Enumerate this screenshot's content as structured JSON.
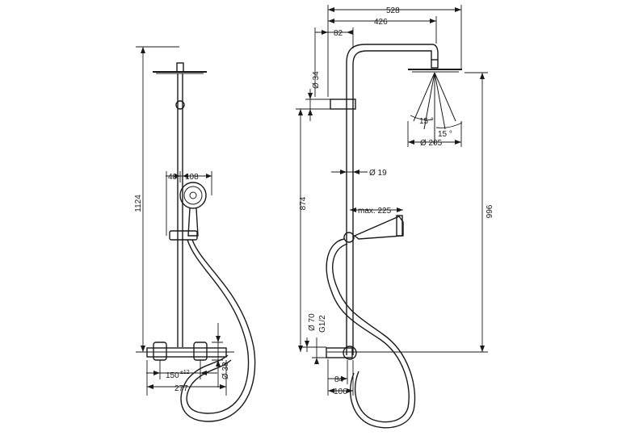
{
  "dimensions": {
    "d1124": "1124",
    "d48": "48",
    "d108": "108",
    "d150": "150",
    "d150_tol": "±12",
    "d277": "277",
    "d38": "Ø 38",
    "d528": "528",
    "d426": "426",
    "d82": "82",
    "d34": "Ø 34",
    "d874": "874",
    "d19": "Ø 19",
    "d_max225": "max. 225",
    "d996": "996",
    "d15a": "15 °",
    "d15b": "15 °",
    "d205": "Ø 205",
    "d70": "Ø 70",
    "dG12": "G1/2",
    "d84": "84",
    "d106": "106"
  }
}
